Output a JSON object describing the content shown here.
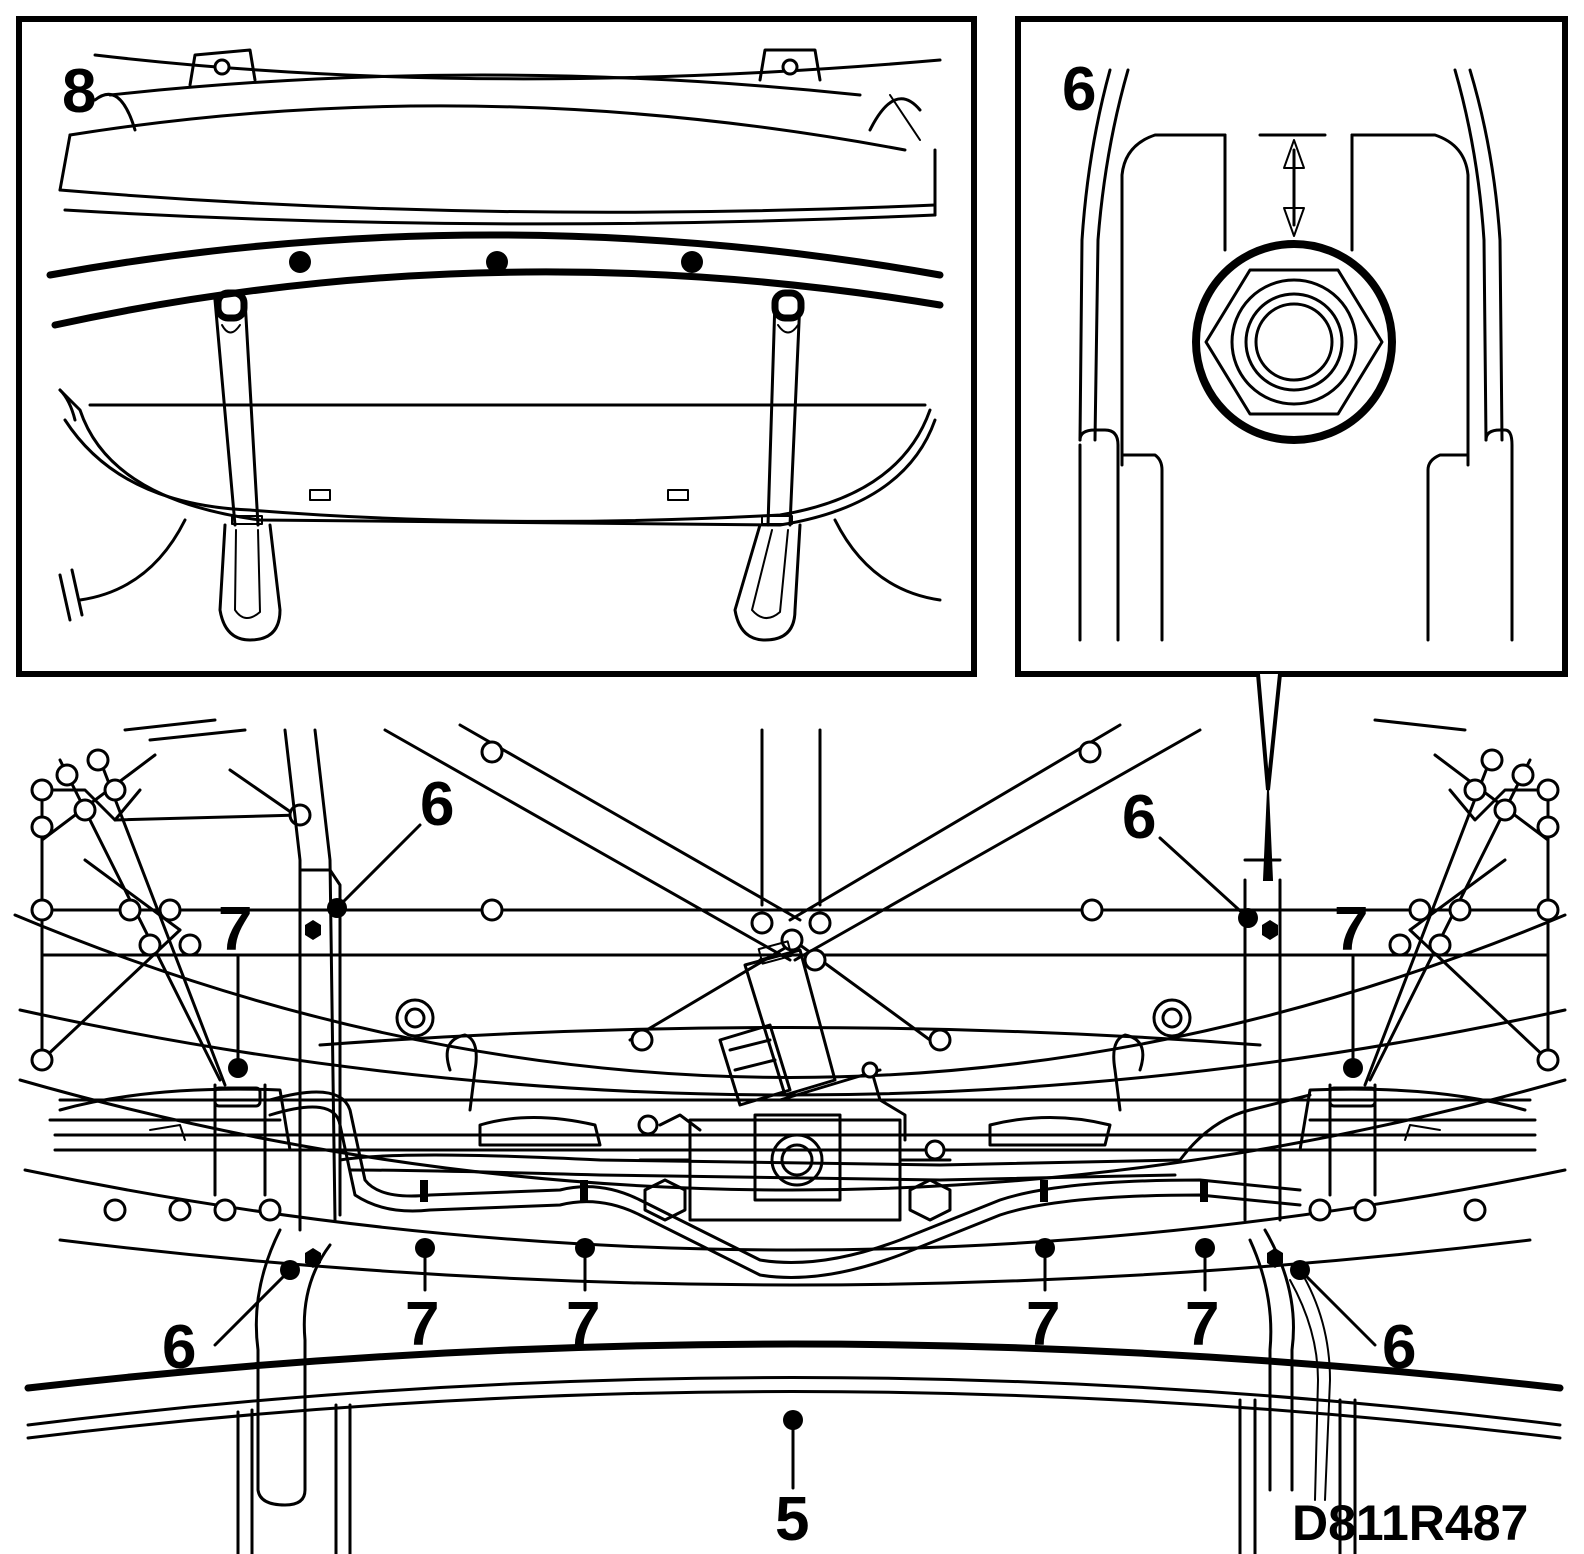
{
  "figure_ref": "D811R487",
  "callouts": {
    "c5": "5",
    "c6": "6",
    "c7": "7",
    "c8": "8"
  }
}
